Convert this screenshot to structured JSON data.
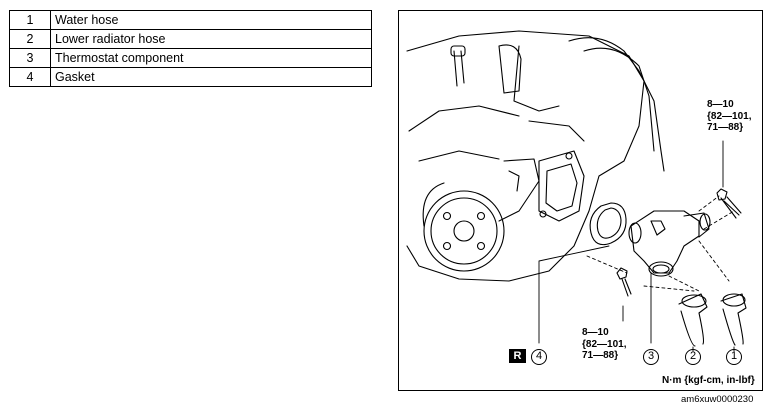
{
  "parts_table": {
    "rows": [
      {
        "num": "1",
        "name": "Water hose"
      },
      {
        "num": "2",
        "name": "Lower radiator hose"
      },
      {
        "num": "3",
        "name": "Thermostat component"
      },
      {
        "num": "4",
        "name": "Gasket"
      }
    ]
  },
  "figure": {
    "torque_upper": [
      "8—10",
      "{82—101,",
      "71—88}"
    ],
    "torque_lower": [
      "8—10",
      "{82—101,",
      "71—88}"
    ],
    "callouts": [
      "4",
      "3",
      "2",
      "1"
    ],
    "r_badge": "R",
    "unit_label": "N·m {kgf-cm, in-lbf}",
    "figure_code": "am6xuw0000230"
  }
}
